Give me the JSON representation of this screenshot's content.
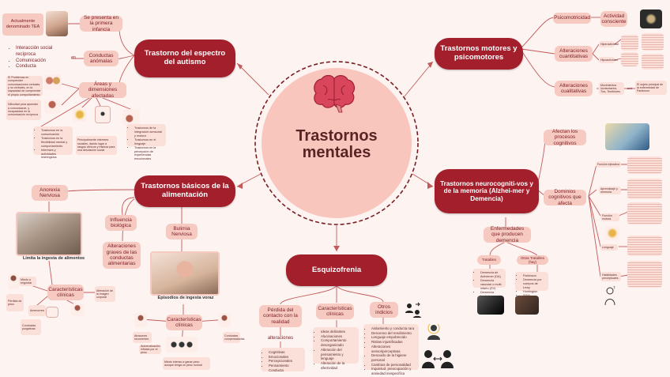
{
  "center": {
    "title_line1": "Trastornos",
    "title_line2": "mentales",
    "icon": "brain-icon"
  },
  "colors": {
    "main": "#a31f2b",
    "pill": "#f6c9c1",
    "tiny": "#fbe0da",
    "background": "#fdf4f2",
    "link": "#c25a5a"
  },
  "autismo": {
    "title": "Trastorno del espectro del autismo",
    "actualmente": "Actualmente denominado TEA",
    "presenta": "Se presenta en la primera infancia",
    "conductas": "Conductas anómalas",
    "en": "en",
    "areas": [
      "Interacción social recíproca",
      "Comunicación",
      "Conducta"
    ],
    "areas_dims": "Áreas y dimensiones afectadas",
    "note1": "El Problemas en comprender comunicaciones verbales y no verbales, en la capacidad de comprender el propio comportamiento",
    "note2": "Dificultad para aprender a comunicarse, y incapacidad en la comunicación recíproca",
    "list1": [
      "Trastornos en la comunicación",
      "Trastornos en la flexibilidad mental y comportamiento",
      "Intereses y actividades restringidos"
    ],
    "list2": "Principalmente intereses sociales, dando lugar a rasgos clínicos y tristeza para una desviación social",
    "list3": [
      "Trastornos de la integración sensorial y motora",
      "Trastornos en el lenguaje",
      "Trastornos en la percepción de experiencias emocionales"
    ]
  },
  "alimentacion": {
    "title": "Trastornos básicos de la alimentación",
    "anorexia": "Anorexia Nerviosa",
    "anorexia_caption": "Limita la ingesta de alimentos",
    "influencia": "Influencia biológica",
    "alteraciones": "Alteraciones graves de las conductas alimentarias",
    "bulimia": "Bulimia Nerviosa",
    "bulimia_caption": "Episodios de ingesta voraz",
    "caracteristicas": "Características clínicas",
    "caracteristicas2": "Características clínicas",
    "left_notes": [
      "Miedo a engordar",
      "Pérdida de peso",
      "Amenorrea",
      "Alteración de la imagen corporal",
      "Conductas purgativas"
    ],
    "bottom_notes": [
      "Atracones recurrentes",
      "Conductas compensatorias",
      "Autoevaluación influida por el peso",
      "Miedo intenso a ganar peso aunque tenga un peso normal"
    ]
  },
  "esquizofrenia": {
    "title": "Esquizofrenia",
    "perdida": "Pérdida del contacto con la realidad",
    "alteraciones": "alteraciones",
    "perdida_list": [
      "Cognitivas",
      "Emocionales",
      "Percepcionales",
      "Pensamiento Conducta"
    ],
    "caracteristicas": "Características clínicas",
    "carac_list": [
      "Ideas delirantes",
      "Alucinaciones",
      "Comportamiento desorganizado",
      "Alteración del pensamiento y lenguaje",
      "Alteración de la afectividad"
    ],
    "otros": "Otros indicios",
    "otros_list": [
      "Aislamiento y conducta rara",
      "Descenso del rendimiento",
      "Lenguaje empobrecido",
      "Risitas injustificadas",
      "Alteraciones sensoriperceptivas",
      "Descuido de la higiene personal",
      "Cambios de personalidad",
      "Inquietud, preocupación y ansiedad inespecífica"
    ]
  },
  "motores": {
    "title": "Trastornos motores y psicomotores",
    "psicomotricidad": "Psicomotricidad",
    "actividad": "Actividad consciente",
    "cuantitativas": "Alteraciones cuantitativas",
    "hiperactividad": "Hiperactividad",
    "hipoactividad": "Hipoactividad",
    "cualitativas": "Alteraciones cualitativas",
    "temblores": "Movimientos involuntarios, Tics, Temblores",
    "parkinson": "El sujeto principal de la enfermedad de Parkinson",
    "and": "and"
  },
  "demencia": {
    "title": "Trastornos neurocogniti-vos y de la memoria (Alzhei-mer y Demencia)",
    "afectan": "Afectan los procesos cognitivos",
    "dominios": "Dominios cognitivos que afecta",
    "enfermedades": "Enfermedades que producen demencia",
    "tratables": "Tratables",
    "no_tratables": "Otras Tratables (hay)",
    "tratables_list": [
      "Demencia de Alzheimer (DA)",
      "Demencia vascular o multi-infarto (DV)",
      "Demencia frontotemporal (DFT)"
    ],
    "no_tratables_list": [
      "Parkinson",
      "Demencia por cuerpos de Lewy",
      "Huntington",
      "SIDA"
    ],
    "dominios_list": [
      "Función ejecutiva",
      "Aprendizaje y memoria",
      "Función motora",
      "Lenguaje",
      "Habilidades perceptuales"
    ]
  }
}
